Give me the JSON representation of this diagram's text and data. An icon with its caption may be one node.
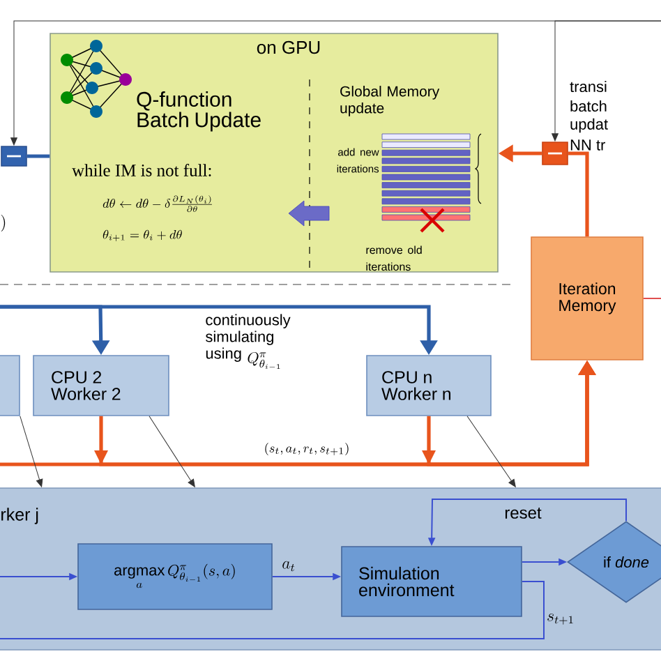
{
  "diagram": {
    "nodes": [
      {
        "text": [
          "on GPU",
          "Q-function Batch Update",
          "while IM is not full:",
          "d\\theta \\leftarrow d\\theta - \\delta \\frac{\\partial L_N(\\theta_i)}{\\partial \\theta}",
          "\\theta_{i+1} = \\theta_i + d\\theta",
          "Global Memory update",
          "add new iterations",
          "remove old iterations"
        ]
      },
      {
        "text": [],
        "shape": "box"
      },
      {
        "text": [],
        "shape": "box"
      },
      {
        "text": [
          "Iteration Memory"
        ]
      },
      {
        "text": [],
        "shape": "box"
      },
      {
        "text": [
          "CPU 2 Worker 2"
        ]
      },
      {
        "text": [
          "CPU n Worker n"
        ]
      },
      {
        "text": [
          "rker j"
        ]
      },
      {
        "text": [
          "\\underset{a}{\\mathrm{argmax}}\\,Q^{\\pi}_{\\theta_{i-1}}(s,a)"
        ],
        "in": 7
      },
      {
        "text": [
          "Simulation environment"
        ],
        "in": 7
      },
      {
        "text": [
          "\\mathrm{if}\\ \\mathit{done}"
        ],
        "in": 7
      }
    ],
    "edges": [
      {
        "from": null,
        "to": 1,
        "arrow": "to"
      },
      {
        "from": null,
        "to": 2,
        "arrow": "to"
      },
      {
        "from": 1,
        "to": 0,
        "arrow": "none",
        "style": "thick",
        "color": "#2e5fa8"
      },
      {
        "from": 2,
        "to": 0,
        "arrow": "to",
        "style": "thick",
        "color": "#e8541c"
      },
      {
        "from": 3,
        "to": 2,
        "arrow": "none",
        "style": "thick",
        "color": "#e8541c"
      },
      {
        "from": 3,
        "to": null,
        "arrow": "none",
        "color": "#e05050"
      },
      {
        "from": null,
        "to": 5,
        "arrow": "to",
        "style": "thick",
        "color": "#2e5fa8"
      },
      {
        "from": null,
        "to": 6,
        "arrow": "to",
        "style": "thick",
        "color": "#2e5fa8"
      },
      {
        "from": 5,
        "to": 3,
        "arrow": "to",
        "style": "thick",
        "color": "#e8541c"
      },
      {
        "from": 6,
        "to": 3,
        "arrow": "to",
        "style": "thick",
        "color": "#e8541c"
      },
      {
        "from": null,
        "to": 3,
        "arrow": "to",
        "style": "thick",
        "color": "#e8541c"
      },
      {
        "from": 4,
        "to": 7,
        "arrow": "to"
      },
      {
        "from": 5,
        "to": 7,
        "arrow": "to"
      },
      {
        "from": 6,
        "to": 7,
        "arrow": "to"
      },
      {
        "from": 8,
        "to": 9,
        "arrow": "to",
        "label": "a_t",
        "color": "#3a4fd0"
      },
      {
        "from": 9,
        "to": 10,
        "arrow": "to",
        "color": "#3a4fd0"
      },
      {
        "from": 10,
        "to": 9,
        "arrow": "to",
        "label": "reset",
        "color": "#3a4fd0"
      },
      {
        "from": 9,
        "to": null,
        "arrow": "none",
        "label": "s_{t+1}",
        "color": "#3a4fd0"
      },
      {
        "from": null,
        "to": 8,
        "arrow": "to",
        "color": "#3a4fd0"
      }
    ],
    "labels": [
      "transi",
      "batch",
      "updat",
      "NN tr",
      ")",
      "continuously simulating using",
      "Q^{\\pi}_{\\theta_{i-1}}",
      "(s_t, a_t, r_t, s_{t+1})"
    ]
  }
}
